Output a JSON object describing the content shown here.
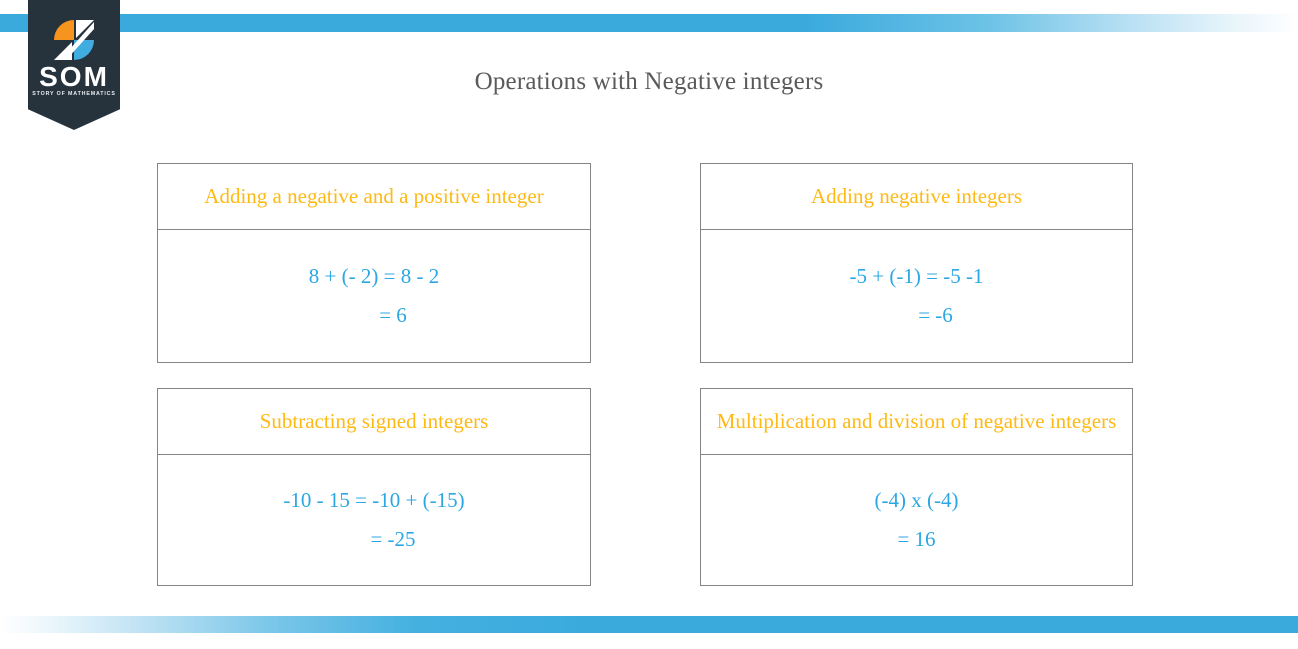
{
  "brand": {
    "wordmark": "SOM",
    "tagline": "STORY OF MATHEMATICS",
    "colors": {
      "badge": "#26333d",
      "orange": "#f7941e",
      "blue": "#41ace0",
      "white": "#ffffff"
    }
  },
  "decor": {
    "bar_color": "#3aaadd"
  },
  "header": {
    "title": "Operations with Negative integers",
    "title_color": "#5a5a5a"
  },
  "theme": {
    "header_text_color": "#feb913",
    "body_text_color": "#2ba7e3",
    "border_color": "#858585"
  },
  "cards": [
    {
      "id": "adding-negative-and-positive",
      "title": "Adding a negative and a positive integer",
      "lines": [
        "8 + (- 2) = 8 - 2",
        "= 6"
      ]
    },
    {
      "id": "adding-negative-integers",
      "title": "Adding negative integers",
      "lines": [
        "-5 + (-1) = -5 -1",
        "= -6"
      ]
    },
    {
      "id": "subtracting-signed-integers",
      "title": "Subtracting signed integers",
      "lines": [
        "-10 - 15 = -10 + (-15)",
        "= -25"
      ]
    },
    {
      "id": "multiplication-division-negative",
      "title": "Multiplication and division of negative integers",
      "lines": [
        "(-4) x (-4)",
        "= 16"
      ]
    }
  ]
}
